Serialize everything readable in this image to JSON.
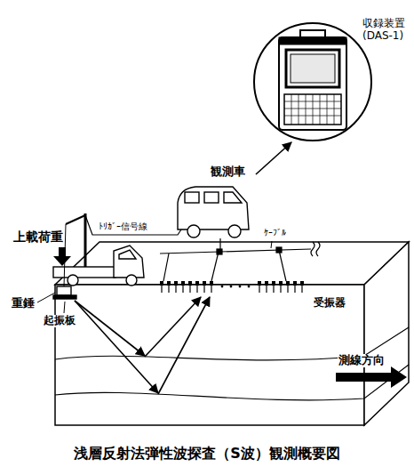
{
  "diagram": {
    "caption": "浅層反射法弾性波探査（S波）観測概要図",
    "labels": [
      "収録装置 (DAS-1)",
      "観測車",
      "ﾄﾘｶﾞｰ信号線",
      "ｹｰﾌﾞﾙ",
      "上載荷重",
      "重錘",
      "起振板",
      "受振器",
      "測線方向"
    ]
  }
}
